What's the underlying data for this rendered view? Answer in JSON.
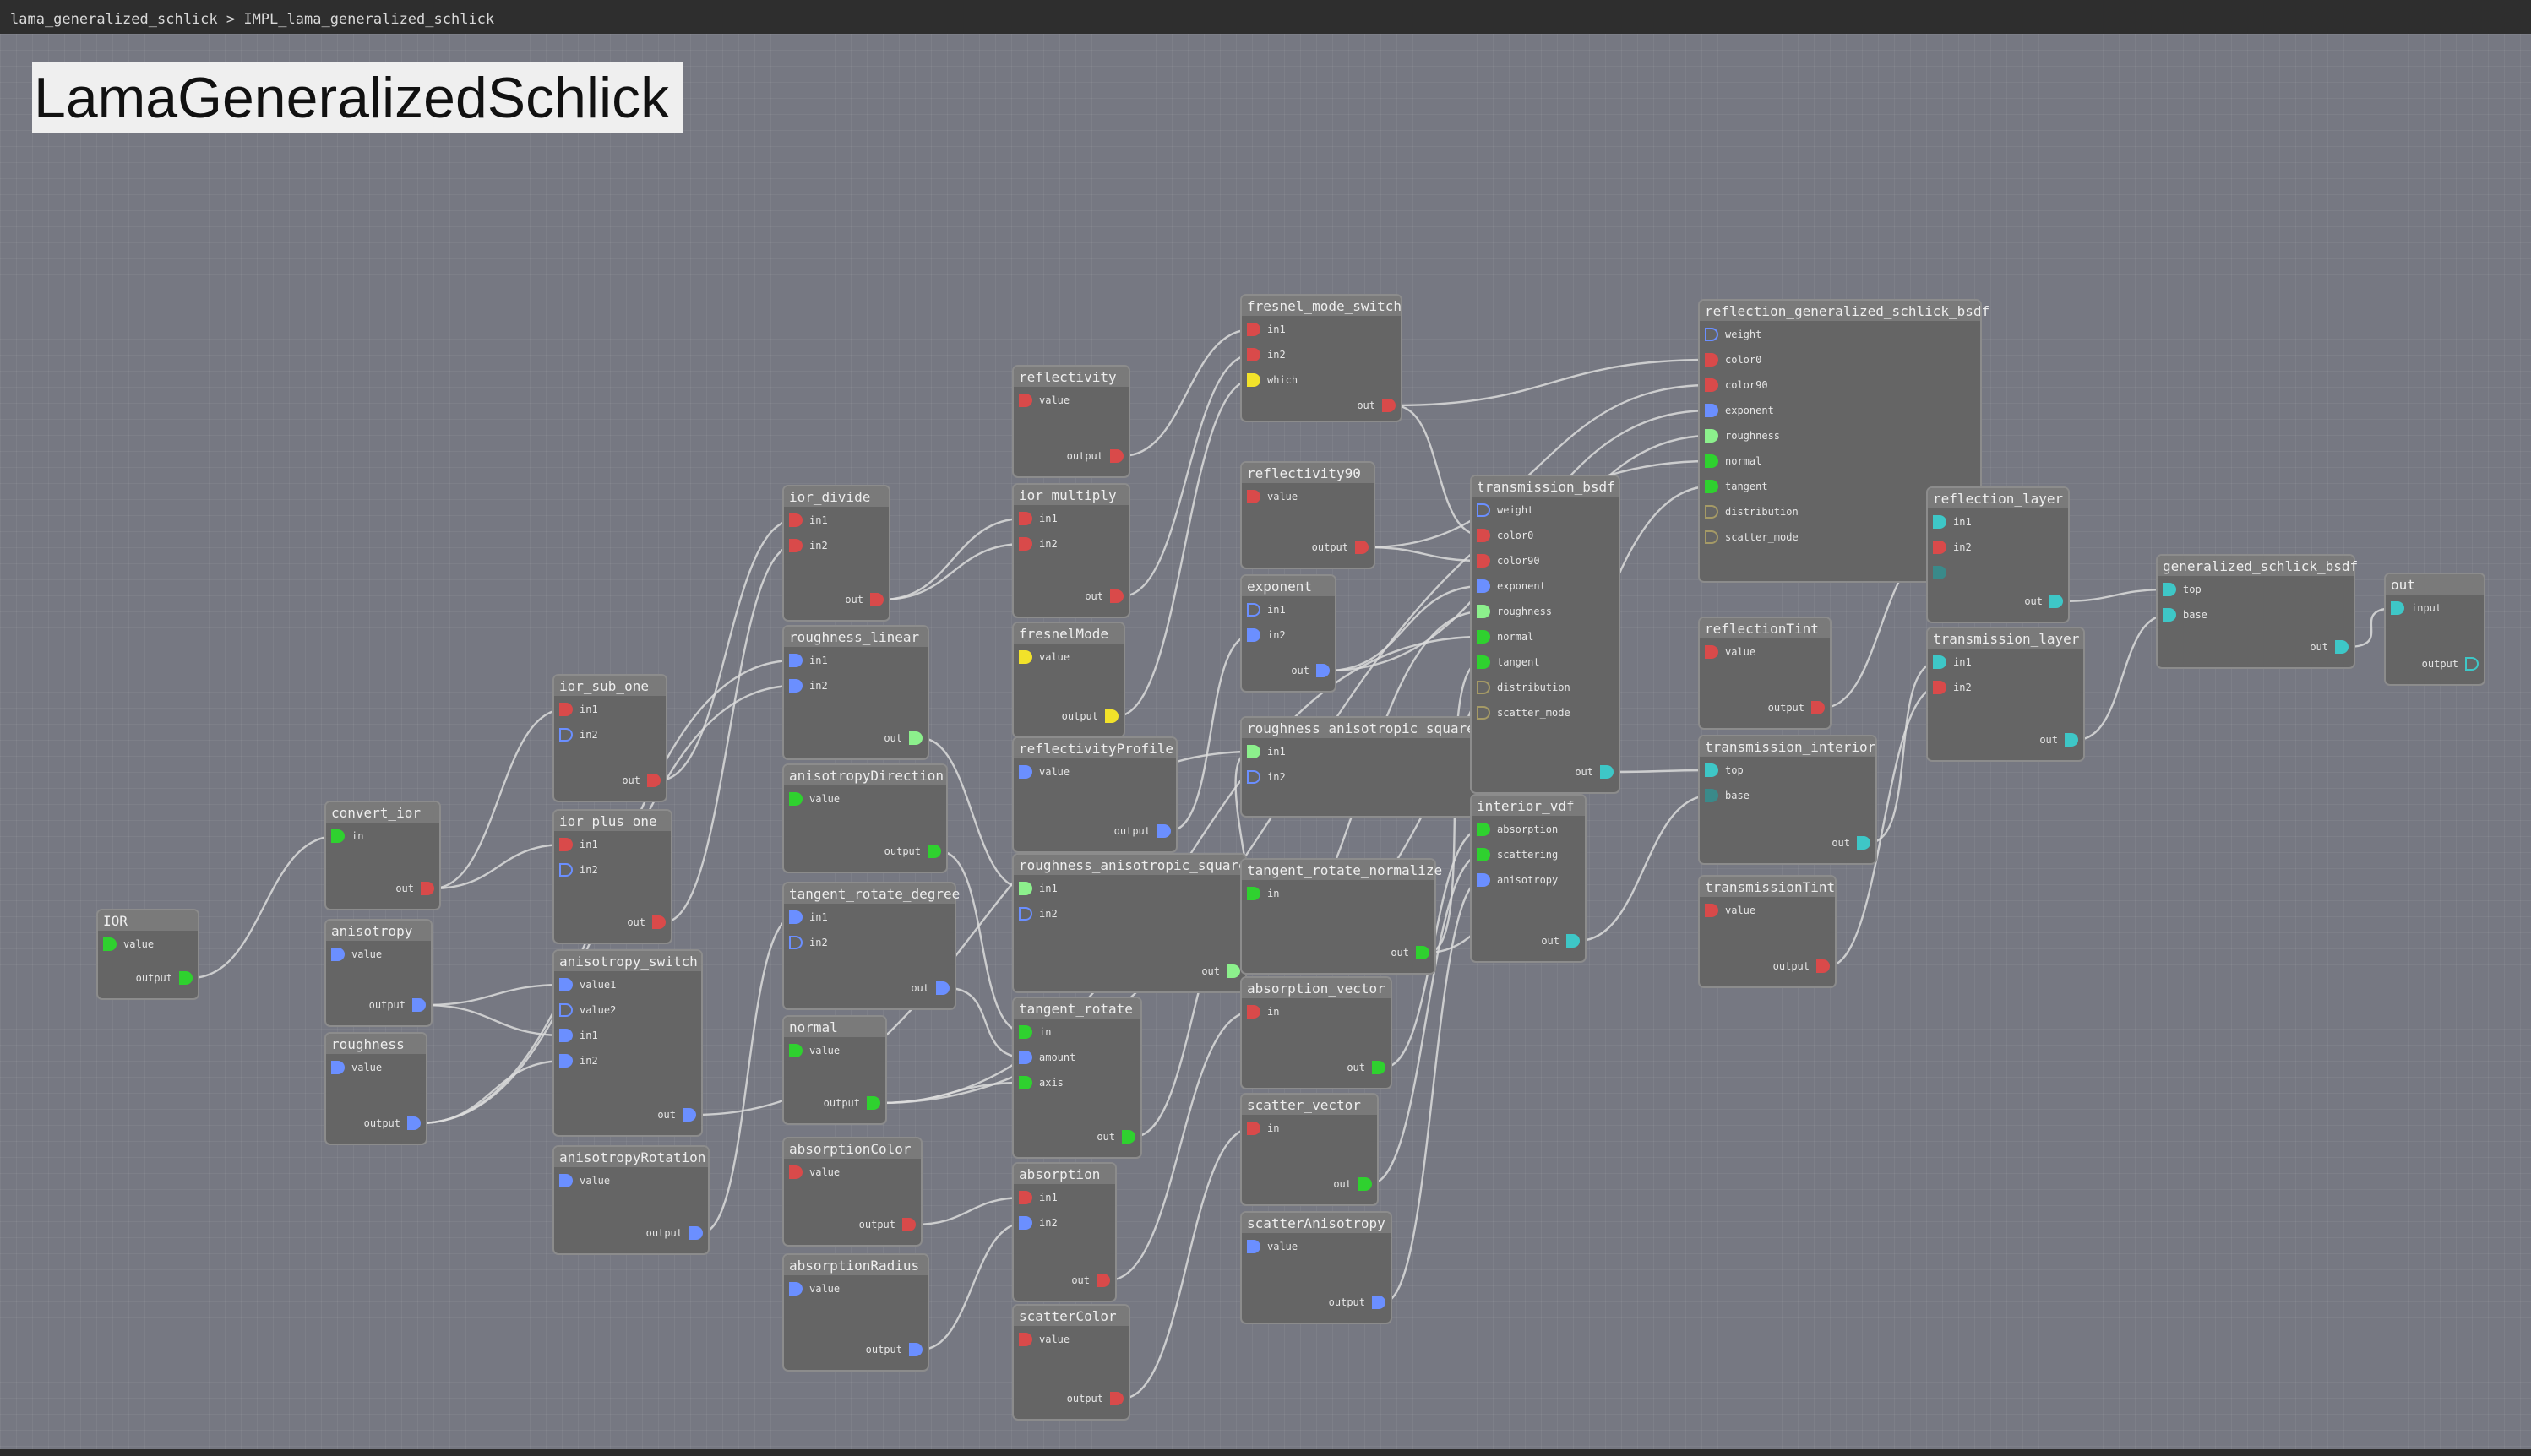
{
  "breadcrumb": "lama_generalized_schlick > IMPL_lama_generalized_schlick",
  "graph_title": "LamaGeneralizedSchlick",
  "colors": {
    "red": "#d94a4a",
    "blue": "#6b8fff",
    "green": "#2fd12f",
    "lightgreen": "#8cf08c",
    "yellow": "#f2e22a",
    "teal": "#3ec7c7",
    "olive": "#a59a66",
    "darkteal": "#3a8a8a",
    "wire": "#dcdcdc"
  },
  "nodes": [
    {
      "id": "IOR",
      "title": "IOR",
      "inputs": [
        {
          "name": "value",
          "type": "green"
        }
      ],
      "outputs": [
        {
          "name": "output",
          "type": "green"
        }
      ]
    },
    {
      "id": "convert_ior",
      "title": "convert_ior",
      "inputs": [
        {
          "name": "in",
          "type": "green"
        }
      ],
      "outputs": [
        {
          "name": "out",
          "type": "red"
        }
      ]
    },
    {
      "id": "anisotropy",
      "title": "anisotropy",
      "inputs": [
        {
          "name": "value",
          "type": "blue"
        }
      ],
      "outputs": [
        {
          "name": "output",
          "type": "blue"
        }
      ]
    },
    {
      "id": "roughness",
      "title": "roughness",
      "inputs": [
        {
          "name": "value",
          "type": "blue"
        }
      ],
      "outputs": [
        {
          "name": "output",
          "type": "blue"
        }
      ]
    },
    {
      "id": "ior_sub_one",
      "title": "ior_sub_one",
      "inputs": [
        {
          "name": "in1",
          "type": "red"
        },
        {
          "name": "in2",
          "type": "blue",
          "hollow": true
        }
      ],
      "outputs": [
        {
          "name": "out",
          "type": "red"
        }
      ]
    },
    {
      "id": "ior_plus_one",
      "title": "ior_plus_one",
      "inputs": [
        {
          "name": "in1",
          "type": "red"
        },
        {
          "name": "in2",
          "type": "blue",
          "hollow": true
        }
      ],
      "outputs": [
        {
          "name": "out",
          "type": "red"
        }
      ]
    },
    {
      "id": "anisotropy_switch",
      "title": "anisotropy_switch",
      "inputs": [
        {
          "name": "value1",
          "type": "blue"
        },
        {
          "name": "value2",
          "type": "blue",
          "hollow": true
        },
        {
          "name": "in1",
          "type": "blue"
        },
        {
          "name": "in2",
          "type": "blue"
        }
      ],
      "outputs": [
        {
          "name": "out",
          "type": "blue"
        }
      ]
    },
    {
      "id": "anisotropyRotation",
      "title": "anisotropyRotation",
      "inputs": [
        {
          "name": "value",
          "type": "blue"
        }
      ],
      "outputs": [
        {
          "name": "output",
          "type": "blue"
        }
      ]
    },
    {
      "id": "ior_divide",
      "title": "ior_divide",
      "inputs": [
        {
          "name": "in1",
          "type": "red"
        },
        {
          "name": "in2",
          "type": "red"
        }
      ],
      "outputs": [
        {
          "name": "out",
          "type": "red"
        }
      ]
    },
    {
      "id": "roughness_linear",
      "title": "roughness_linear",
      "inputs": [
        {
          "name": "in1",
          "type": "blue"
        },
        {
          "name": "in2",
          "type": "blue"
        }
      ],
      "outputs": [
        {
          "name": "out",
          "type": "lightgreen"
        }
      ]
    },
    {
      "id": "anisotropyDirection",
      "title": "anisotropyDirection",
      "inputs": [
        {
          "name": "value",
          "type": "green"
        }
      ],
      "outputs": [
        {
          "name": "output",
          "type": "green"
        }
      ]
    },
    {
      "id": "tangent_rotate_degree",
      "title": "tangent_rotate_degree",
      "inputs": [
        {
          "name": "in1",
          "type": "blue"
        },
        {
          "name": "in2",
          "type": "blue",
          "hollow": true
        }
      ],
      "outputs": [
        {
          "name": "out",
          "type": "blue"
        }
      ]
    },
    {
      "id": "normal",
      "title": "normal",
      "inputs": [
        {
          "name": "value",
          "type": "green"
        }
      ],
      "outputs": [
        {
          "name": "output",
          "type": "green"
        }
      ]
    },
    {
      "id": "absorptionColor",
      "title": "absorptionColor",
      "inputs": [
        {
          "name": "value",
          "type": "red"
        }
      ],
      "outputs": [
        {
          "name": "output",
          "type": "red"
        }
      ]
    },
    {
      "id": "absorptionRadius",
      "title": "absorptionRadius",
      "inputs": [
        {
          "name": "value",
          "type": "blue"
        }
      ],
      "outputs": [
        {
          "name": "output",
          "type": "blue"
        }
      ]
    },
    {
      "id": "reflectivity",
      "title": "reflectivity",
      "inputs": [
        {
          "name": "value",
          "type": "red"
        }
      ],
      "outputs": [
        {
          "name": "output",
          "type": "red"
        }
      ]
    },
    {
      "id": "ior_multiply",
      "title": "ior_multiply",
      "inputs": [
        {
          "name": "in1",
          "type": "red"
        },
        {
          "name": "in2",
          "type": "red"
        }
      ],
      "outputs": [
        {
          "name": "out",
          "type": "red"
        }
      ]
    },
    {
      "id": "fresnelMode",
      "title": "fresnelMode",
      "inputs": [
        {
          "name": "value",
          "type": "yellow"
        }
      ],
      "outputs": [
        {
          "name": "output",
          "type": "yellow"
        }
      ]
    },
    {
      "id": "reflectivityProfile",
      "title": "reflectivityProfile",
      "inputs": [
        {
          "name": "value",
          "type": "blue"
        }
      ],
      "outputs": [
        {
          "name": "output",
          "type": "blue"
        }
      ]
    },
    {
      "id": "roughness_anisotropic_squared",
      "title": "roughness_anisotropic_squared",
      "inputs": [
        {
          "name": "in1",
          "type": "lightgreen"
        },
        {
          "name": "in2",
          "type": "blue",
          "hollow": true
        }
      ],
      "outputs": [
        {
          "name": "out",
          "type": "lightgreen"
        }
      ]
    },
    {
      "id": "tangent_rotate",
      "title": "tangent_rotate",
      "inputs": [
        {
          "name": "in",
          "type": "green"
        },
        {
          "name": "amount",
          "type": "blue"
        },
        {
          "name": "axis",
          "type": "green"
        }
      ],
      "outputs": [
        {
          "name": "out",
          "type": "green"
        }
      ]
    },
    {
      "id": "absorption",
      "title": "absorption",
      "inputs": [
        {
          "name": "in1",
          "type": "red"
        },
        {
          "name": "in2",
          "type": "blue"
        }
      ],
      "outputs": [
        {
          "name": "out",
          "type": "red"
        }
      ]
    },
    {
      "id": "scatterColor",
      "title": "scatterColor",
      "inputs": [
        {
          "name": "value",
          "type": "red"
        }
      ],
      "outputs": [
        {
          "name": "output",
          "type": "red"
        }
      ]
    },
    {
      "id": "fresnel_mode_switch",
      "title": "fresnel_mode_switch",
      "inputs": [
        {
          "name": "in1",
          "type": "red"
        },
        {
          "name": "in2",
          "type": "red"
        },
        {
          "name": "which",
          "type": "yellow"
        }
      ],
      "outputs": [
        {
          "name": "out",
          "type": "red"
        }
      ]
    },
    {
      "id": "reflectivity90",
      "title": "reflectivity90",
      "inputs": [
        {
          "name": "value",
          "type": "red"
        }
      ],
      "outputs": [
        {
          "name": "output",
          "type": "red"
        }
      ]
    },
    {
      "id": "exponent",
      "title": "exponent",
      "inputs": [
        {
          "name": "in1",
          "type": "blue",
          "hollow": true
        },
        {
          "name": "in2",
          "type": "blue"
        }
      ],
      "outputs": [
        {
          "name": "out",
          "type": "blue"
        }
      ]
    },
    {
      "id": "roughness_anisotropic_squared_clamped",
      "title": "roughness_anisotropic_squared_clamped",
      "inputs": [
        {
          "name": "in1",
          "type": "lightgreen"
        },
        {
          "name": "in2",
          "type": "blue",
          "hollow": true
        }
      ],
      "outputs": []
    },
    {
      "id": "tangent_rotate_normalize",
      "title": "tangent_rotate_normalize",
      "inputs": [
        {
          "name": "in",
          "type": "green"
        }
      ],
      "outputs": [
        {
          "name": "out",
          "type": "green"
        }
      ]
    },
    {
      "id": "absorption_vector",
      "title": "absorption_vector",
      "inputs": [
        {
          "name": "in",
          "type": "red"
        }
      ],
      "outputs": [
        {
          "name": "out",
          "type": "green"
        }
      ]
    },
    {
      "id": "scatter_vector",
      "title": "scatter_vector",
      "inputs": [
        {
          "name": "in",
          "type": "red"
        }
      ],
      "outputs": [
        {
          "name": "out",
          "type": "green"
        }
      ]
    },
    {
      "id": "scatterAnisotropy",
      "title": "scatterAnisotropy",
      "inputs": [
        {
          "name": "value",
          "type": "blue"
        }
      ],
      "outputs": [
        {
          "name": "output",
          "type": "blue"
        }
      ]
    },
    {
      "id": "transmission_bsdf",
      "title": "transmission_bsdf",
      "inputs": [
        {
          "name": "weight",
          "type": "blue",
          "hollow": true
        },
        {
          "name": "color0",
          "type": "red"
        },
        {
          "name": "color90",
          "type": "red"
        },
        {
          "name": "exponent",
          "type": "blue"
        },
        {
          "name": "roughness",
          "type": "lightgreen"
        },
        {
          "name": "normal",
          "type": "green"
        },
        {
          "name": "tangent",
          "type": "green"
        },
        {
          "name": "distribution",
          "type": "olive",
          "hollow": true
        },
        {
          "name": "scatter_mode",
          "type": "olive",
          "hollow": true
        }
      ],
      "outputs": [
        {
          "name": "out",
          "type": "teal"
        }
      ]
    },
    {
      "id": "interior_vdf",
      "title": "interior_vdf",
      "inputs": [
        {
          "name": "absorption",
          "type": "green"
        },
        {
          "name": "scattering",
          "type": "green"
        },
        {
          "name": "anisotropy",
          "type": "blue"
        }
      ],
      "outputs": [
        {
          "name": "out",
          "type": "teal"
        }
      ]
    },
    {
      "id": "reflection_generalized_schlick_bsdf",
      "title": "reflection_generalized_schlick_bsdf",
      "inputs": [
        {
          "name": "weight",
          "type": "blue",
          "hollow": true
        },
        {
          "name": "color0",
          "type": "red"
        },
        {
          "name": "color90",
          "type": "red"
        },
        {
          "name": "exponent",
          "type": "blue"
        },
        {
          "name": "roughness",
          "type": "lightgreen"
        },
        {
          "name": "normal",
          "type": "green"
        },
        {
          "name": "tangent",
          "type": "green"
        },
        {
          "name": "distribution",
          "type": "olive",
          "hollow": true
        },
        {
          "name": "scatter_mode",
          "type": "olive",
          "hollow": true
        }
      ],
      "outputs": [
        {
          "name": "out",
          "type": "teal"
        }
      ]
    },
    {
      "id": "reflectionTint",
      "title": "reflectionTint",
      "inputs": [
        {
          "name": "value",
          "type": "red"
        }
      ],
      "outputs": [
        {
          "name": "output",
          "type": "red"
        }
      ]
    },
    {
      "id": "transmission_interior",
      "title": "transmission_interior",
      "inputs": [
        {
          "name": "top",
          "type": "teal"
        },
        {
          "name": "base",
          "type": "darkteal"
        }
      ],
      "outputs": [
        {
          "name": "out",
          "type": "teal"
        }
      ]
    },
    {
      "id": "transmissionTint",
      "title": "transmissionTint",
      "inputs": [
        {
          "name": "value",
          "type": "red"
        }
      ],
      "outputs": [
        {
          "name": "output",
          "type": "red"
        }
      ]
    },
    {
      "id": "reflection_layer",
      "title": "reflection_layer",
      "inputs": [
        {
          "name": "in1",
          "type": "teal"
        },
        {
          "name": "in2",
          "type": "red"
        },
        {
          "name": "",
          "type": "darkteal"
        }
      ],
      "outputs": [
        {
          "name": "out",
          "type": "teal"
        }
      ]
    },
    {
      "id": "transmission_layer",
      "title": "transmission_layer",
      "inputs": [
        {
          "name": "in1",
          "type": "teal"
        },
        {
          "name": "in2",
          "type": "red"
        }
      ],
      "outputs": [
        {
          "name": "out",
          "type": "teal"
        }
      ]
    },
    {
      "id": "generalized_schlick_bsdf",
      "title": "generalized_schlick_bsdf",
      "inputs": [
        {
          "name": "top",
          "type": "teal"
        },
        {
          "name": "base",
          "type": "teal"
        }
      ],
      "outputs": [
        {
          "name": "out",
          "type": "teal"
        }
      ]
    },
    {
      "id": "out",
      "title": "out",
      "inputs": [
        {
          "name": "input",
          "type": "teal"
        }
      ],
      "outputs": [
        {
          "name": "output",
          "type": "teal",
          "hollow": true
        }
      ]
    }
  ],
  "edges": [
    [
      "IOR",
      "output",
      "convert_ior",
      "in"
    ],
    [
      "convert_ior",
      "out",
      "ior_sub_one",
      "in1"
    ],
    [
      "convert_ior",
      "out",
      "ior_plus_one",
      "in1"
    ],
    [
      "anisotropy",
      "output",
      "anisotropy_switch",
      "value1"
    ],
    [
      "anisotropy",
      "output",
      "anisotropy_switch",
      "in1"
    ],
    [
      "roughness",
      "output",
      "anisotropy_switch",
      "in2"
    ],
    [
      "roughness",
      "output",
      "roughness_linear",
      "in1"
    ],
    [
      "roughness",
      "output",
      "roughness_linear",
      "in2"
    ],
    [
      "ior_sub_one",
      "out",
      "ior_divide",
      "in1"
    ],
    [
      "ior_plus_one",
      "out",
      "ior_divide",
      "in2"
    ],
    [
      "ior_divide",
      "out",
      "ior_multiply",
      "in1"
    ],
    [
      "ior_divide",
      "out",
      "ior_multiply",
      "in2"
    ],
    [
      "anisotropyRotation",
      "output",
      "tangent_rotate_degree",
      "in1"
    ],
    [
      "roughness_linear",
      "out",
      "roughness_anisotropic_squared",
      "in1"
    ],
    [
      "anisotropyDirection",
      "output",
      "tangent_rotate",
      "in"
    ],
    [
      "tangent_rotate_degree",
      "out",
      "tangent_rotate",
      "amount"
    ],
    [
      "normal",
      "output",
      "tangent_rotate",
      "axis"
    ],
    [
      "absorptionColor",
      "output",
      "absorption",
      "in1"
    ],
    [
      "absorptionRadius",
      "output",
      "absorption",
      "in2"
    ],
    [
      "reflectivity",
      "output",
      "fresnel_mode_switch",
      "in1"
    ],
    [
      "ior_multiply",
      "out",
      "fresnel_mode_switch",
      "in2"
    ],
    [
      "fresnelMode",
      "output",
      "fresnel_mode_switch",
      "which"
    ],
    [
      "reflectivityProfile",
      "output",
      "exponent",
      "in2"
    ],
    [
      "anisotropy_switch",
      "out",
      "roughness_anisotropic_squared_clamped",
      "in1"
    ],
    [
      "roughness_anisotropic_squared",
      "out",
      "roughness_anisotropic_squared_clamped",
      "in1"
    ],
    [
      "tangent_rotate",
      "out",
      "tangent_rotate_normalize",
      "in"
    ],
    [
      "absorption",
      "out",
      "absorption_vector",
      "in"
    ],
    [
      "scatterColor",
      "output",
      "scatter_vector",
      "in"
    ],
    [
      "fresnel_mode_switch",
      "out",
      "reflection_generalized_schlick_bsdf",
      "color0"
    ],
    [
      "fresnel_mode_switch",
      "out",
      "transmission_bsdf",
      "color0"
    ],
    [
      "reflectivity90",
      "output",
      "transmission_bsdf",
      "color90"
    ],
    [
      "reflectivity90",
      "output",
      "reflection_generalized_schlick_bsdf",
      "color90"
    ],
    [
      "exponent",
      "out",
      "transmission_bsdf",
      "exponent"
    ],
    [
      "exponent",
      "out",
      "reflection_generalized_schlick_bsdf",
      "exponent"
    ],
    [
      "roughness_anisotropic_squared",
      "out",
      "reflection_generalized_schlick_bsdf",
      "roughness"
    ],
    [
      "roughness_anisotropic_squared",
      "out",
      "transmission_bsdf",
      "roughness"
    ],
    [
      "normal",
      "output",
      "transmission_bsdf",
      "normal"
    ],
    [
      "normal",
      "output",
      "reflection_generalized_schlick_bsdf",
      "normal"
    ],
    [
      "tangent_rotate_normalize",
      "out",
      "transmission_bsdf",
      "tangent"
    ],
    [
      "tangent_rotate_normalize",
      "out",
      "reflection_generalized_schlick_bsdf",
      "tangent"
    ],
    [
      "absorption_vector",
      "out",
      "interior_vdf",
      "absorption"
    ],
    [
      "scatter_vector",
      "out",
      "interior_vdf",
      "scattering"
    ],
    [
      "scatterAnisotropy",
      "output",
      "interior_vdf",
      "anisotropy"
    ],
    [
      "transmission_bsdf",
      "out",
      "transmission_interior",
      "top"
    ],
    [
      "interior_vdf",
      "out",
      "transmission_interior",
      "base"
    ],
    [
      "reflectionTint",
      "output",
      "reflection_layer",
      "in2"
    ],
    [
      "transmission_interior",
      "out",
      "transmission_layer",
      "in1"
    ],
    [
      "transmissionTint",
      "output",
      "transmission_layer",
      "in2"
    ],
    [
      "reflection_generalized_schlick_bsdf",
      "out",
      "reflection_layer",
      "in1"
    ],
    [
      "reflection_layer",
      "out",
      "generalized_schlick_bsdf",
      "top"
    ],
    [
      "transmission_layer",
      "out",
      "generalized_schlick_bsdf",
      "base"
    ],
    [
      "generalized_schlick_bsdf",
      "out",
      "out",
      "input"
    ]
  ]
}
